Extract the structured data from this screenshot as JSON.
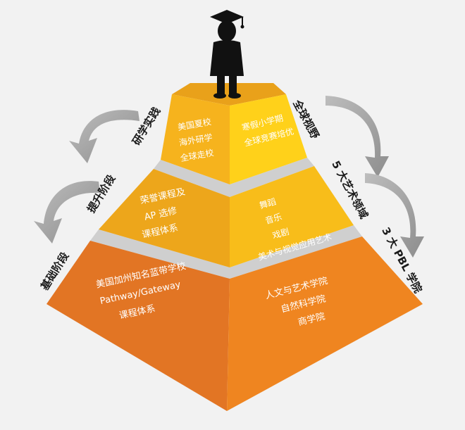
{
  "levels": {
    "top": {
      "left_lines": [
        "美国夏校",
        "海外研学",
        "全球走校"
      ],
      "right_lines": [
        "寒假小学期",
        "全球竞赛培优"
      ],
      "side_label_left": "研学实践",
      "side_label_right": "全球视野"
    },
    "middle": {
      "left_lines": [
        "荣誉课程及",
        "AP 选修",
        "课程体系"
      ],
      "right_lines": [
        "舞蹈",
        "音乐",
        "戏剧",
        "美术与视觉应用艺术"
      ],
      "side_label_left": "提升阶段",
      "side_label_right": "5 大艺术领域"
    },
    "bottom": {
      "left_lines": [
        "美国加州知名蓝带学校",
        "Pathway/Gateway",
        "课程体系"
      ],
      "right_lines": [
        "人文与艺术学院",
        "自然科学院",
        "商学院"
      ],
      "side_label_left": "基础阶段",
      "side_label_right": "3 大 PBL 学院"
    }
  },
  "icons": {
    "graduate": "graduate-figure-icon",
    "arrows": "curved-arrow-icon"
  },
  "colors": {
    "background": "#f2f2f2",
    "top_left": "#f6b31d",
    "top_right": "#ffd11a",
    "mid_left": "#eda61b",
    "mid_right": "#f8bd1a",
    "bot_left": "#e27524",
    "bot_right": "#ef8520",
    "gap": "#cfcfcf",
    "arrow": "#a5a5a5",
    "label": "#1a1a1a"
  }
}
